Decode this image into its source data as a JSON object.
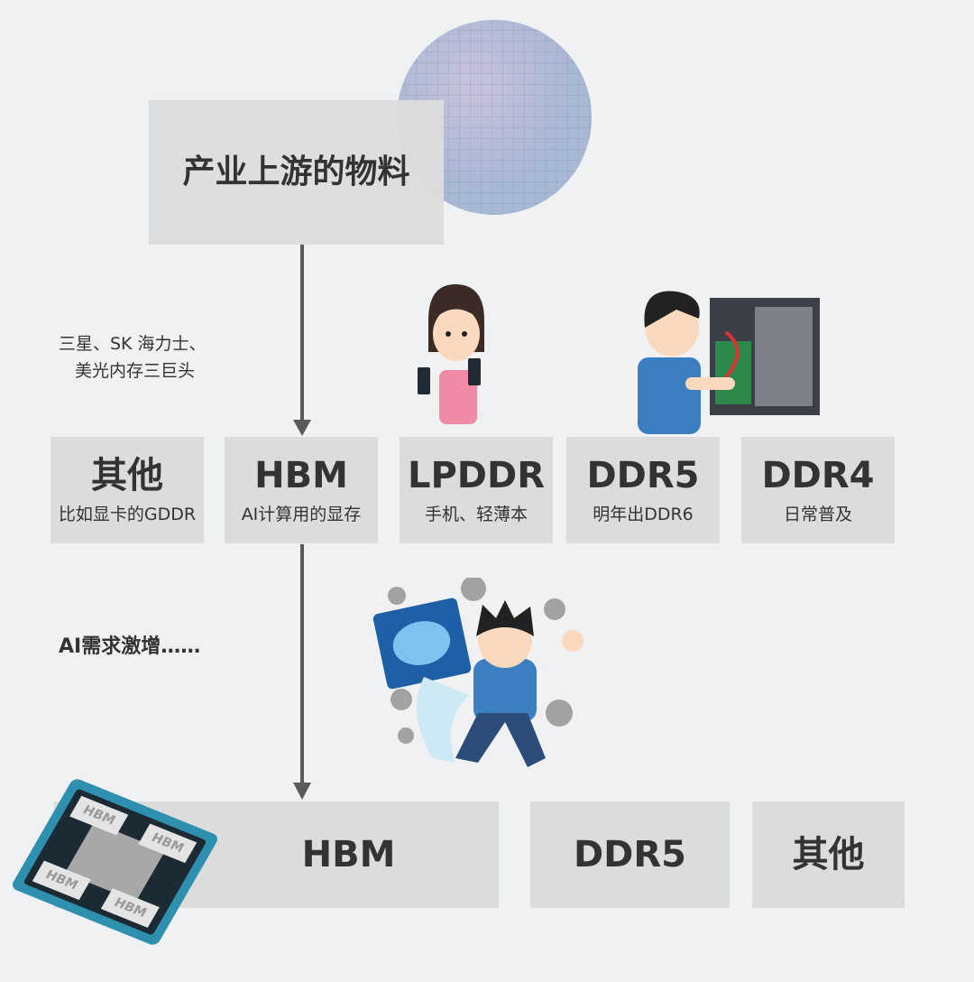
{
  "top": {
    "title": "产业上游的物料"
  },
  "makers_note": [
    "三星、SK 海力士、",
    "美光内存三巨头"
  ],
  "row1": [
    {
      "title": "其他",
      "sub": "比如显卡的GDDR"
    },
    {
      "title": "HBM",
      "sub": "AI计算用的显存"
    },
    {
      "title": "LPDDR",
      "sub": "手机、轻薄本"
    },
    {
      "title": "DDR5",
      "sub": "明年出DDR6"
    },
    {
      "title": "DDR4",
      "sub": "日常普及"
    }
  ],
  "demand_note": "AI需求激增……",
  "row2": [
    {
      "title": "HBM"
    },
    {
      "title": "DDR5"
    },
    {
      "title": "其他"
    }
  ],
  "chip_label": "HBM",
  "colors": {
    "background": "#f0f1f3",
    "box": "#dcdcdc",
    "arrow": "#5a5a5a",
    "chip_frame": "#2e8fae"
  }
}
